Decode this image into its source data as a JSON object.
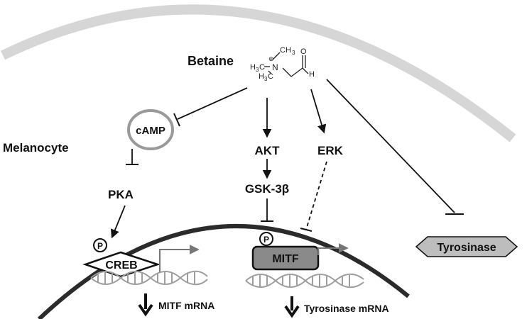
{
  "cell_label": "Melanocyte",
  "betaine": {
    "label": "Betaine",
    "structure_text": {
      "ch3_top": "CH",
      "ch3_top_sub": "3",
      "h3c_left": "H",
      "h3c_left_sub": "3",
      "h3c_left_c": "C",
      "h3c_bottom": "H",
      "h3c_bottom_sub": "3",
      "h3c_bottom_c": "C",
      "nitrogen": "N",
      "charge": "⊕",
      "oxygen": "O",
      "hydrogen": "H"
    }
  },
  "nodes": {
    "camp": "cAMP",
    "pka": "PKA",
    "akt": "AKT",
    "gsk3b": "GSK-3β",
    "erk": "ERK",
    "creb": "CREB",
    "mitf": "MITF",
    "tyrosinase": "Tyrosinase",
    "phospho": "P"
  },
  "outputs": {
    "mitf_mrna": "MITF mRNA",
    "tyrosinase_mrna": "Tyrosinase mRNA"
  },
  "colors": {
    "membrane": "#d6d6d6",
    "nucleus": "#2b2b2b",
    "camp_ring": "#9a9a9a",
    "mitf_fill": "#8a8a8a",
    "tyrosinase_fill": "#bdbdbd",
    "gene_arrow": "#777777",
    "dna": "#9e9e9e"
  }
}
